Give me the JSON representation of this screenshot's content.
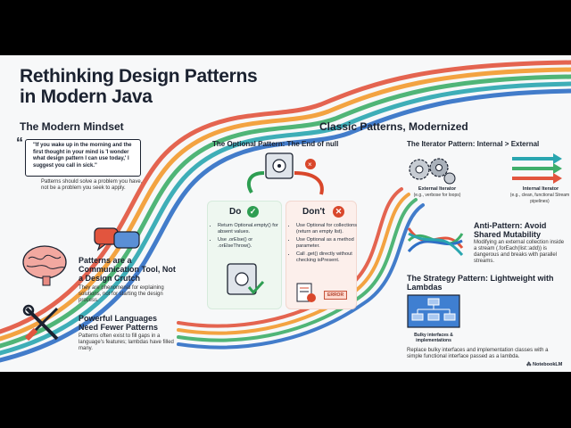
{
  "slide": {
    "title_line1": "Rethinking Design Patterns",
    "title_line2": "in Modern Java",
    "mindset": {
      "heading": "The Modern Mindset",
      "quote": "\"If you wake up in the morning and the first thought in your mind is 'I wonder what design pattern I can use today,' I suggest you call in sick.\"",
      "quote_caption": "Patterns should solve a problem you have, not be a problem you seek to apply."
    },
    "communication": {
      "heading": "Patterns are a Communication Tool, Not a Design Crutch",
      "body": "They are phenomenal for explaining solutions, not for starting the design process."
    },
    "languages": {
      "heading": "Powerful Languages Need Fewer Patterns",
      "body": "Patterns often exist to fill gaps in a language's features; lambdas have filled many."
    },
    "classic_heading": "Classic Patterns, Modernized",
    "optional": {
      "heading": "The Optional Pattern: The End of null",
      "do_label": "Do",
      "do_items": [
        "Return Optional.empty() for absent values.",
        "Use .orElse() or .orElseThrow()."
      ],
      "dont_label": "Don't",
      "dont_items": [
        "Use Optional for collections (return an empty list).",
        "Use Optional as a method parameter.",
        "Call .get() directly without checking isPresent."
      ],
      "error_label": "ERROR"
    },
    "iterator": {
      "heading": "The Iterator Pattern: Internal > External",
      "external_label": "External Iterator",
      "external_sub": "(e.g., verbose for loops)",
      "internal_label": "Internal Iterator",
      "internal_sub": "(e.g., clean, functional Stream pipelines)"
    },
    "anti": {
      "heading": "Anti-Pattern: Avoid Shared Mutability",
      "body": "Modifying an external collection inside a stream (.forEach(list::add)) is dangerous and breaks with parallel streams."
    },
    "strategy": {
      "heading": "The Strategy Pattern: Lightweight with Lambdas",
      "diagram_label": "Bulky interfaces & implementations",
      "body": "Replace bulky interfaces and implementation classes with a simple functional interface passed as a lambda."
    },
    "brand": "NotebookLM"
  },
  "colors": {
    "accent_blue": "#2f6fc6",
    "ribbon_red": "#e2553e",
    "ribbon_orange": "#f39a2e",
    "ribbon_green": "#3fae6a",
    "ribbon_teal": "#2aa6b0",
    "do_green": "#2e9e52",
    "dont_red": "#d9472b"
  },
  "icons": [
    "speech-bubbles-icon",
    "brain-icon",
    "tools-icon",
    "safe-icon",
    "checkmark-icon",
    "cross-icon",
    "gears-icon",
    "arrows-icon",
    "tangled-arrows-icon",
    "strategy-diagram-icon",
    "documents-icon"
  ]
}
